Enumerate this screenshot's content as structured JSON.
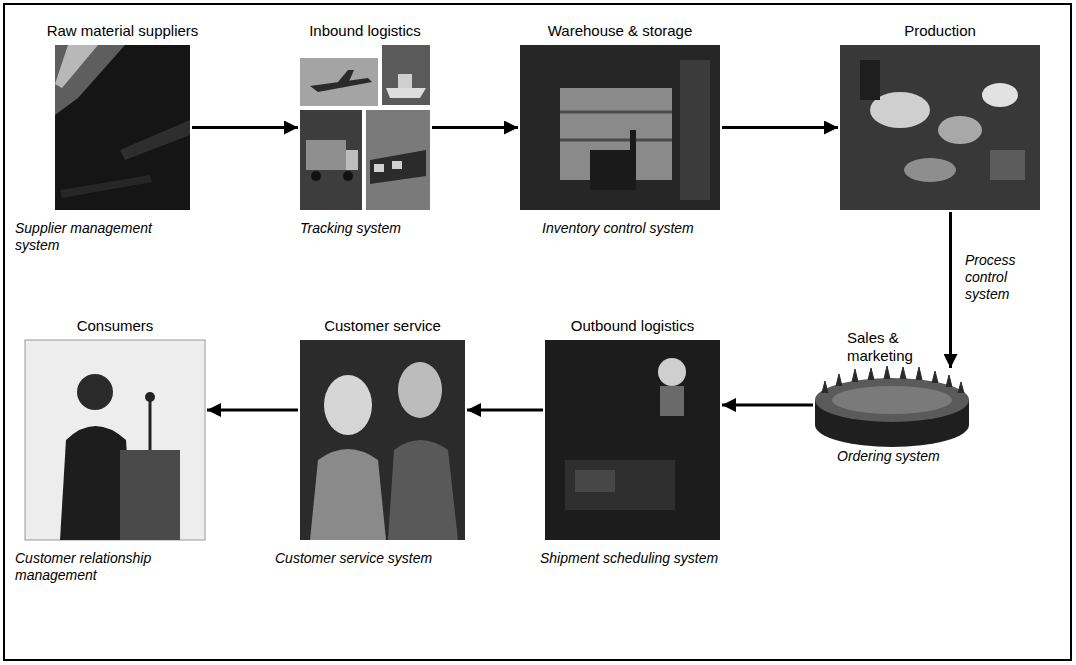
{
  "diagram": {
    "nodes": [
      {
        "text": [
          "Raw material suppliers",
          "Supplier management system"
        ]
      },
      {
        "text": [
          "Inbound logistics",
          "Tracking system"
        ]
      },
      {
        "text": [
          "Warehouse & storage",
          "Inventory control system"
        ]
      },
      {
        "text": [
          "Production",
          "Process control system"
        ]
      },
      {
        "text": [
          "Sales & marketing",
          "Ordering system"
        ]
      },
      {
        "text": [
          "Outbound logistics",
          "Shipment scheduling system"
        ]
      },
      {
        "text": [
          "Customer service",
          "Customer service system"
        ]
      },
      {
        "text": [
          "Consumers",
          "Customer relationship management"
        ]
      }
    ],
    "edges": [
      {
        "from": 0,
        "to": 1,
        "arrow": "to"
      },
      {
        "from": 1,
        "to": 2,
        "arrow": "to"
      },
      {
        "from": 2,
        "to": 3,
        "arrow": "to"
      },
      {
        "from": 3,
        "to": 4,
        "arrow": "to"
      },
      {
        "from": 4,
        "to": 5,
        "arrow": "to"
      },
      {
        "from": 5,
        "to": 6,
        "arrow": "to"
      },
      {
        "from": 6,
        "to": 7,
        "arrow": "to"
      }
    ]
  }
}
